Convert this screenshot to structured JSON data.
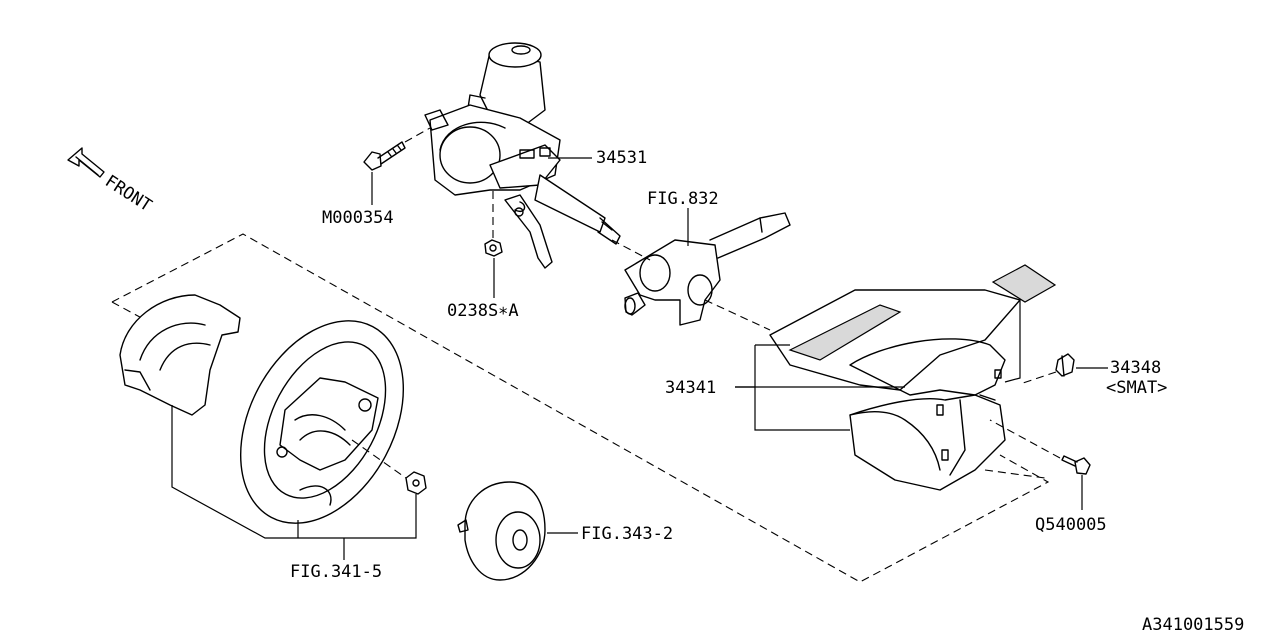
{
  "labels": {
    "front": "FRONT",
    "p34531": "34531",
    "m000354": "M000354",
    "fig832": "FIG.832",
    "p0238s": "0238S∗A",
    "p34348": "34348",
    "smat": "<SMAT>",
    "p34341": "34341",
    "q540005": "Q540005",
    "fig343_2": "FIG.343-2",
    "fig341_5": "FIG.341-5",
    "diagram_id": "A341001559"
  },
  "icons": {
    "front_arrow": "front-arrow-icon"
  }
}
